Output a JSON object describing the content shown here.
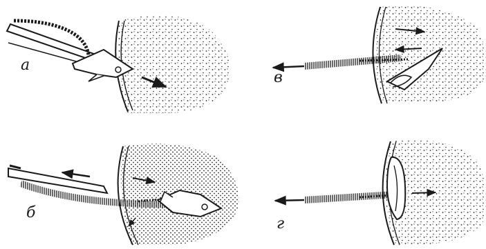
{
  "panels": [
    {
      "id": "a",
      "label": "а"
    },
    {
      "id": "v",
      "label": "в"
    },
    {
      "id": "b",
      "label": "б"
    },
    {
      "id": "g",
      "label": "г"
    }
  ],
  "colors": {
    "ink": "#1a1a1a",
    "paper": "#ffffff",
    "stipple": "#222222"
  }
}
